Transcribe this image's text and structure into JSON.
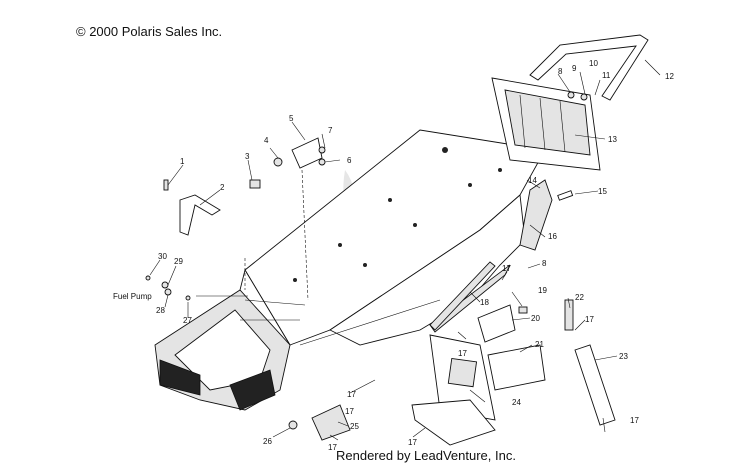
{
  "copyright": "© 2000 Polaris Sales Inc.",
  "footer": "Rendered by LeadVenture, Inc.",
  "side_label": "Fuel Pump",
  "callouts": [
    "1",
    "2",
    "3",
    "4",
    "5",
    "6",
    "7",
    "8",
    "9",
    "10",
    "11",
    "12",
    "13",
    "14",
    "15",
    "16",
    "17",
    "18",
    "19",
    "20",
    "21",
    "22",
    "23",
    "24",
    "25",
    "26",
    "27",
    "28",
    "29",
    "30"
  ],
  "callouts_repeat": {
    "c17b": "17",
    "c17c": "17",
    "c17d": "17",
    "c17e": "17",
    "c17f": "17",
    "c8b": "8",
    "c17g": "17"
  }
}
